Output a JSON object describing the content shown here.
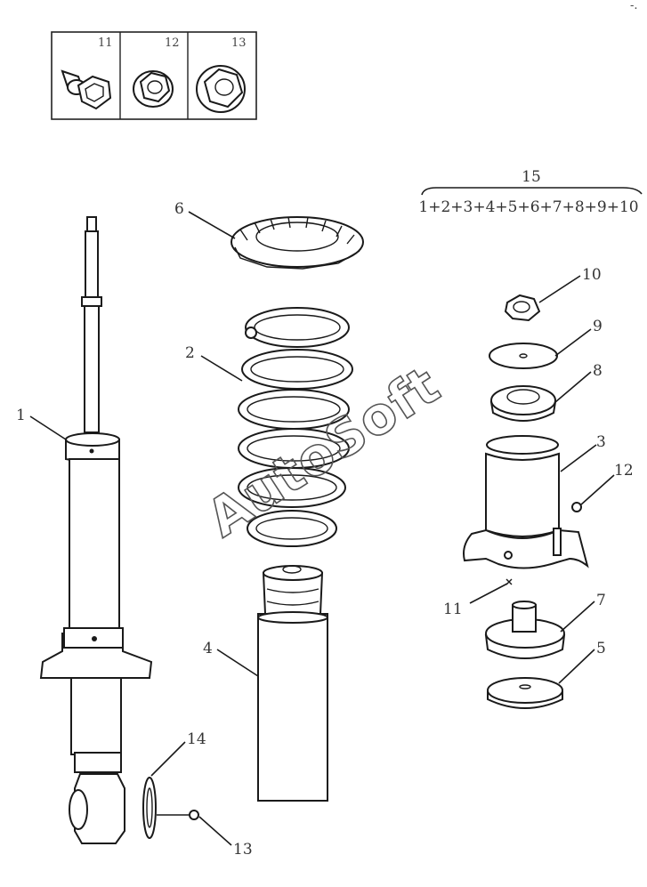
{
  "inset": {
    "labels": [
      "11",
      "12",
      "13"
    ],
    "icons": [
      "flange-bolt-icon",
      "flange-nut-icon",
      "lock-nut-icon"
    ]
  },
  "callouts": {
    "c1": "1",
    "c2": "2",
    "c3": "3",
    "c4": "4",
    "c5": "5",
    "c6": "6",
    "c7": "7",
    "c8": "8",
    "c9": "9",
    "c10": "10",
    "c11": "11",
    "c12": "12",
    "c13": "13",
    "c14": "14"
  },
  "assembly": {
    "number": "15",
    "formula": "1+2+3+4+5+6+7+8+9+10"
  },
  "watermark": "AutoSoft",
  "corner_mark": "-."
}
